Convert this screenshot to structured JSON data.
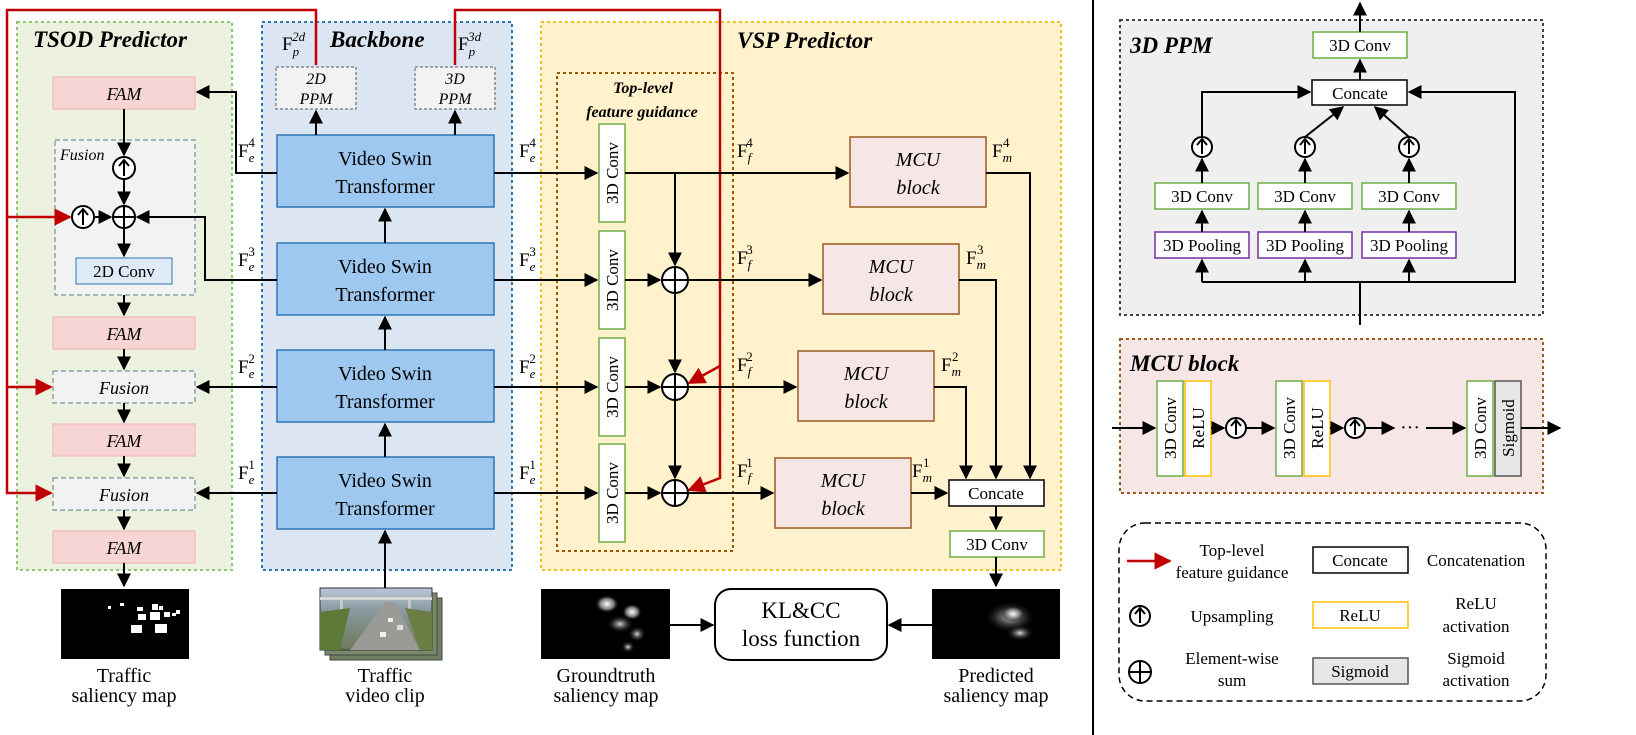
{
  "sections": {
    "tsod_title": "TSOD Predictor",
    "backbone_title": "Backbone",
    "vsp_title": "VSP Predictor",
    "ppm3d_title": "3D PPM",
    "mcu_title": "MCU block",
    "top_level_guidance_line1": "Top-level",
    "top_level_guidance_line2": "feature guidance"
  },
  "tsod": {
    "fam_label": "FAM",
    "fusion_label": "Fusion",
    "conv2d_label": "2D Conv"
  },
  "backbone": {
    "vst_line1": "Video Swin",
    "vst_line2": "Transformer",
    "ppm2d_line1": "2D",
    "ppm2d_line2": "PPM",
    "ppm3d_line1": "3D",
    "ppm3d_line2": "PPM",
    "fp2d_label": "F",
    "fp2d_sub": "p",
    "fp2d_sup": "2d",
    "fp3d_label": "F",
    "fp3d_sub": "p",
    "fp3d_sup": "3d"
  },
  "features": {
    "fe_base": "F",
    "fe_sub": "e",
    "ff_sub": "f",
    "fm_sub": "m",
    "levels": [
      "4",
      "3",
      "2",
      "1"
    ]
  },
  "vsp": {
    "conv3d_label": "3D Conv",
    "mcu_line1": "MCU",
    "mcu_line2": "block",
    "concate_label": "Concate",
    "final_conv_label": "3D Conv"
  },
  "bottom": {
    "traffic_saliency_line1": "Traffic",
    "traffic_saliency_line2": "saliency map",
    "traffic_clip_line1": "Traffic",
    "traffic_clip_line2": "video clip",
    "gt_line1": "Groundtruth",
    "gt_line2": "saliency map",
    "loss_line1": "KL&CC",
    "loss_line2": "loss function",
    "pred_line1": "Predicted",
    "pred_line2": "saliency map"
  },
  "ppm3d": {
    "conv_label": "3D Conv",
    "concate_label": "Concate",
    "pooling_label": "3D Pooling"
  },
  "mcu": {
    "conv_label": "3D Conv",
    "relu_label": "ReLU",
    "sigmoid_label": "Sigmoid",
    "dots": "···"
  },
  "legend": {
    "guidance_line1": "Top-level",
    "guidance_line2": "feature guidance",
    "concate_box": "Concate",
    "concate_desc": "Concatenation",
    "upsampling_desc": "Upsampling",
    "relu_box": "ReLU",
    "relu_desc_line1": "ReLU",
    "relu_desc_line2": "activation",
    "sum_desc_line1": "Element-wise",
    "sum_desc_line2": "sum",
    "sigmoid_box": "Sigmoid",
    "sigmoid_desc_line1": "Sigmoid",
    "sigmoid_desc_line2": "activation"
  },
  "colors": {
    "guidance_red": "#c00000",
    "tsod_bg": "#ebf1de",
    "backbone_bg": "#dce6f2",
    "vsp_bg": "#fff2cc",
    "fam_fill": "#f8d5d5",
    "vst_fill": "#9ec8ef",
    "mcu_fill": "#f6e6e6",
    "ppm_bg": "#efefef",
    "pooling_stroke": "#7030a0",
    "conv_stroke": "#70ad47",
    "relu_stroke": "#ffc000"
  }
}
